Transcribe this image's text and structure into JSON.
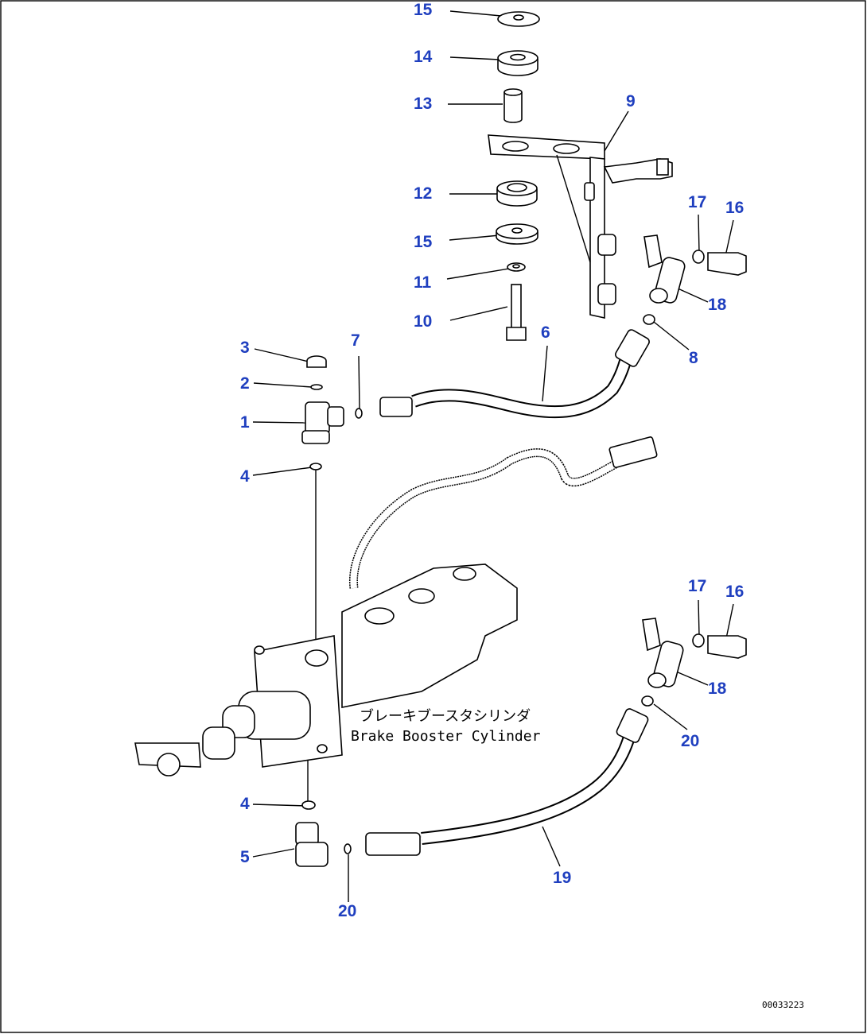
{
  "callouts": {
    "c15a": "15",
    "c14": "14",
    "c13": "13",
    "c9": "9",
    "c12": "12",
    "c17a": "17",
    "c16a": "16",
    "c15b": "15",
    "c11": "11",
    "c18a": "18",
    "c10": "10",
    "c3": "3",
    "c7": "7",
    "c6": "6",
    "c8": "8",
    "c2": "2",
    "c1": "1",
    "c4a": "4",
    "c17b": "17",
    "c16b": "16",
    "c18b": "18",
    "c20a": "20",
    "c4b": "4",
    "c5": "5",
    "c19": "19",
    "c20b": "20"
  },
  "caption": {
    "jp": "ブレーキブースタシリンダ",
    "en": "Brake Booster Cylinder"
  },
  "document_number": "00033223"
}
